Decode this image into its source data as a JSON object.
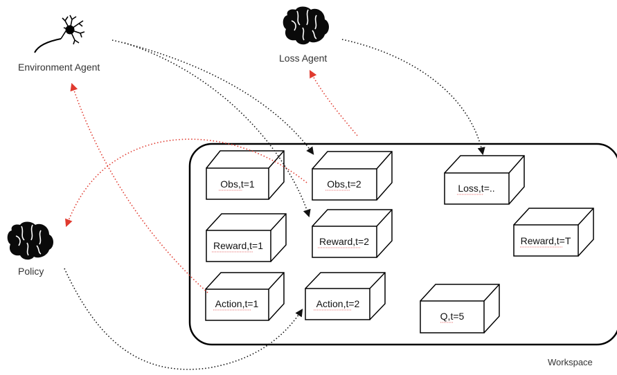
{
  "agents": {
    "environment": {
      "label": "Environment Agent",
      "icon": "neuron-icon"
    },
    "loss": {
      "label": "Loss Agent",
      "icon": "brain-icon"
    },
    "policy": {
      "label": "Policy",
      "icon": "brain-icon"
    }
  },
  "workspace": {
    "label": "Workspace",
    "boxes": [
      {
        "id": "obs1",
        "label": "Obs,t=1"
      },
      {
        "id": "obs2",
        "label": "Obs,t=2"
      },
      {
        "id": "loss",
        "label": "Loss,t=.."
      },
      {
        "id": "reward1",
        "label": "Reward,t=1"
      },
      {
        "id": "reward2",
        "label": "Reward,t=2"
      },
      {
        "id": "rewardT",
        "label": "Reward,t=T"
      },
      {
        "id": "action1",
        "label": "Action,t=1"
      },
      {
        "id": "action2",
        "label": "Action,t=2"
      },
      {
        "id": "q5",
        "label": "Q,t=5"
      }
    ]
  },
  "colors": {
    "read_arrow": "#e03a2f",
    "write_arrow": "#111111",
    "stroke": "#000000"
  }
}
